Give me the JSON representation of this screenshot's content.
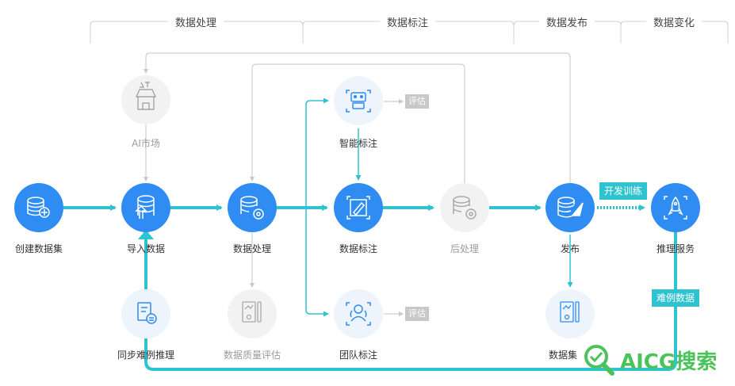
{
  "phases": {
    "processing": "数据处理",
    "annotation": "数据标注",
    "publish": "数据发布",
    "change": "数据变化"
  },
  "nodes": {
    "create_dataset": "创建数据集",
    "import_data": "导入数据",
    "data_processing": "数据处理",
    "data_annotation": "数据标注",
    "post_processing": "后处理",
    "publish": "发布",
    "inference_service": "推理服务",
    "ai_market": "AI市场",
    "smart_annotation": "智能标注",
    "team_annotation": "团队标注",
    "sync_hard_inference": "同步难例推理",
    "quality_assessment": "数据质量评估",
    "dataset_partial": "数据集"
  },
  "tags": {
    "evaluate_top": "评估",
    "evaluate_bottom": "评估",
    "dev_training": "开发训练",
    "hard_examples": "难例数据"
  },
  "watermark": "AICG搜索",
  "colors": {
    "blue": "#2f8cf2",
    "teal": "#2fc3d0",
    "light_bg": "#eef4fb",
    "gray_bg": "#f2f2f2",
    "line_gray": "#cfcfcf",
    "watermark_green": "#4cc25a"
  }
}
